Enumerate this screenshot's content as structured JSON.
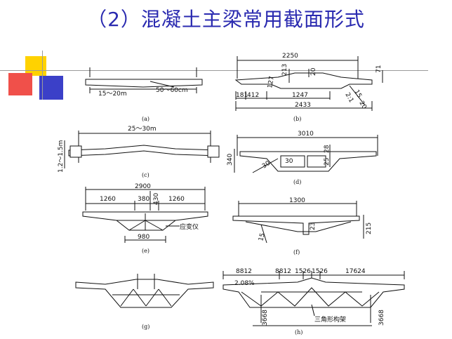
{
  "slide": {
    "title": "（2）混凝土主梁常用截面形式"
  },
  "sections": {
    "a": {
      "caption": "(a)",
      "dims": [
        "15～20m",
        "50～60cm"
      ]
    },
    "b": {
      "caption": "(b)",
      "dims": [
        "2250",
        "213",
        "20",
        "71",
        "127",
        "181",
        "412",
        "1247",
        "2433",
        "2:1",
        "15",
        "20"
      ]
    },
    "c": {
      "caption": "(c)",
      "dims": [
        "25～30m",
        "1.2～1.5m"
      ]
    },
    "d": {
      "caption": "(d)",
      "dims": [
        "3010",
        "340",
        "30",
        "28",
        "25",
        "30"
      ]
    },
    "e": {
      "caption": "(e)",
      "dims": [
        "2900",
        "1260",
        "380",
        "430",
        "1260",
        "980"
      ],
      "note": "应变仪"
    },
    "f": {
      "caption": "(f)",
      "dims": [
        "1300",
        "23",
        "215",
        "15"
      ]
    },
    "g": {
      "caption": "(g)"
    },
    "h": {
      "caption": "(h)",
      "dims": [
        "8812",
        "8812",
        "1526",
        "1526",
        "17624",
        "2.08%",
        "3668",
        "3668"
      ],
      "note": "三角形构架"
    }
  },
  "colors": {
    "title": "#2a2ab0",
    "yellow": "#ffd200",
    "red": "#f0504a",
    "blue": "#3b40c8"
  }
}
